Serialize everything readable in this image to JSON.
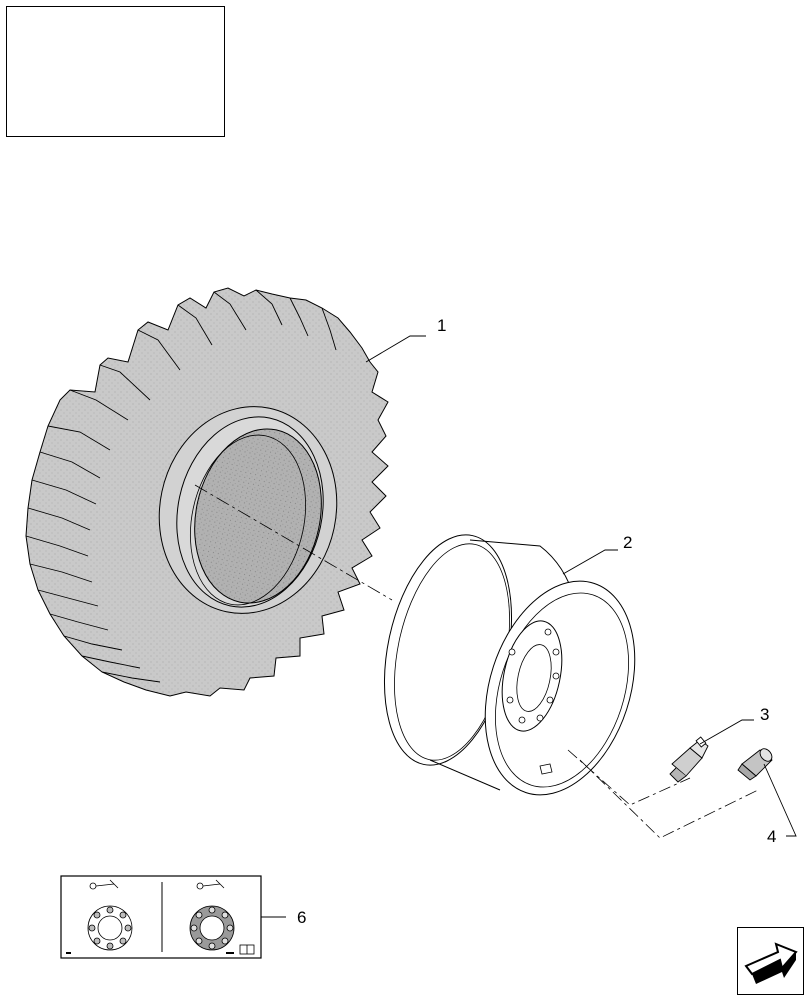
{
  "callouts": {
    "tire": "1",
    "rim": "2",
    "valve": "3",
    "valve_cap": "4",
    "torque_card": "6"
  },
  "colors": {
    "tire_fill": "#c9c9c9",
    "tire_inner": "#b3b3b3",
    "line": "#000000",
    "rim_fill": "#ffffff"
  },
  "icons": {
    "nav": "next-page-arrow-icon",
    "torque_card": "torque-wrench-icon",
    "manual": "manual-book-icon"
  }
}
